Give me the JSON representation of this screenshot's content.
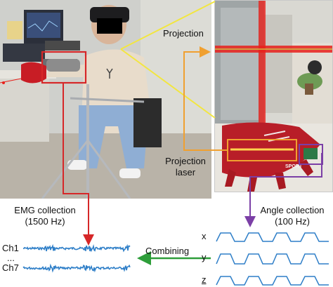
{
  "colors": {
    "projection_line": "#f2e640",
    "projection_arrow": "#f0a030",
    "emg_box": "#d62728",
    "emg_arrow": "#d62728",
    "angle_box": "#7b3fa6",
    "angle_arrow": "#7b3fa6",
    "combining_arrow": "#2e9e3a",
    "signal_blue": "#2f7fc8",
    "laser_red": "#e8201b"
  },
  "labels": {
    "projection": "Projection",
    "projection_laser_line1": "Projection",
    "projection_laser_line2": "laser",
    "emg_collection_line1": "EMG collection",
    "emg_collection_line2": "(1500 Hz)",
    "angle_collection_line1": "Angle collection",
    "angle_collection_line2": "(100 Hz)",
    "combining": "Combining"
  },
  "emg_channels": {
    "first": "Ch1",
    "ellipsis": "...",
    "last": "Ch7"
  },
  "angle_axes": [
    "x",
    "y",
    "z"
  ],
  "photos": {
    "left_icon": "lab-setup-photo",
    "right_icon": "glove-laser-closeup-photo"
  }
}
